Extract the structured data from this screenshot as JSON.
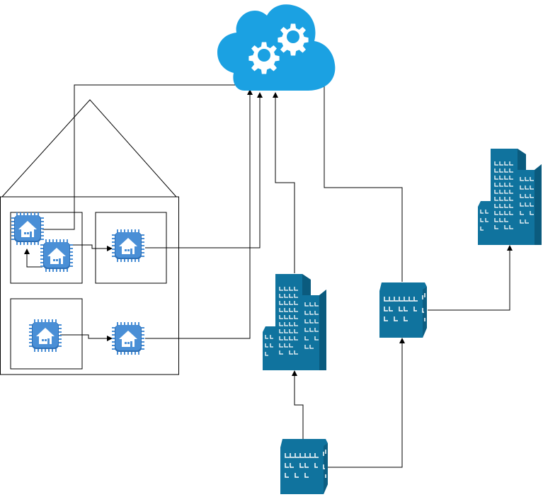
{
  "diagram": {
    "colors": {
      "cloud": "#1BA1E2",
      "building": "#10739E",
      "window": "#FFFFFF",
      "chip": "#4A8FD6",
      "chip_border": "#2E6FB5",
      "connector": "#000000",
      "outline": "#000000"
    },
    "icons": {
      "cloud": "cloud-gears-icon",
      "device": "iot-home-chip-icon",
      "tall_building": "office-buildings-icon",
      "small_building": "office-block-icon"
    },
    "device_count": 5,
    "room_count": 3,
    "building_count": 4
  }
}
